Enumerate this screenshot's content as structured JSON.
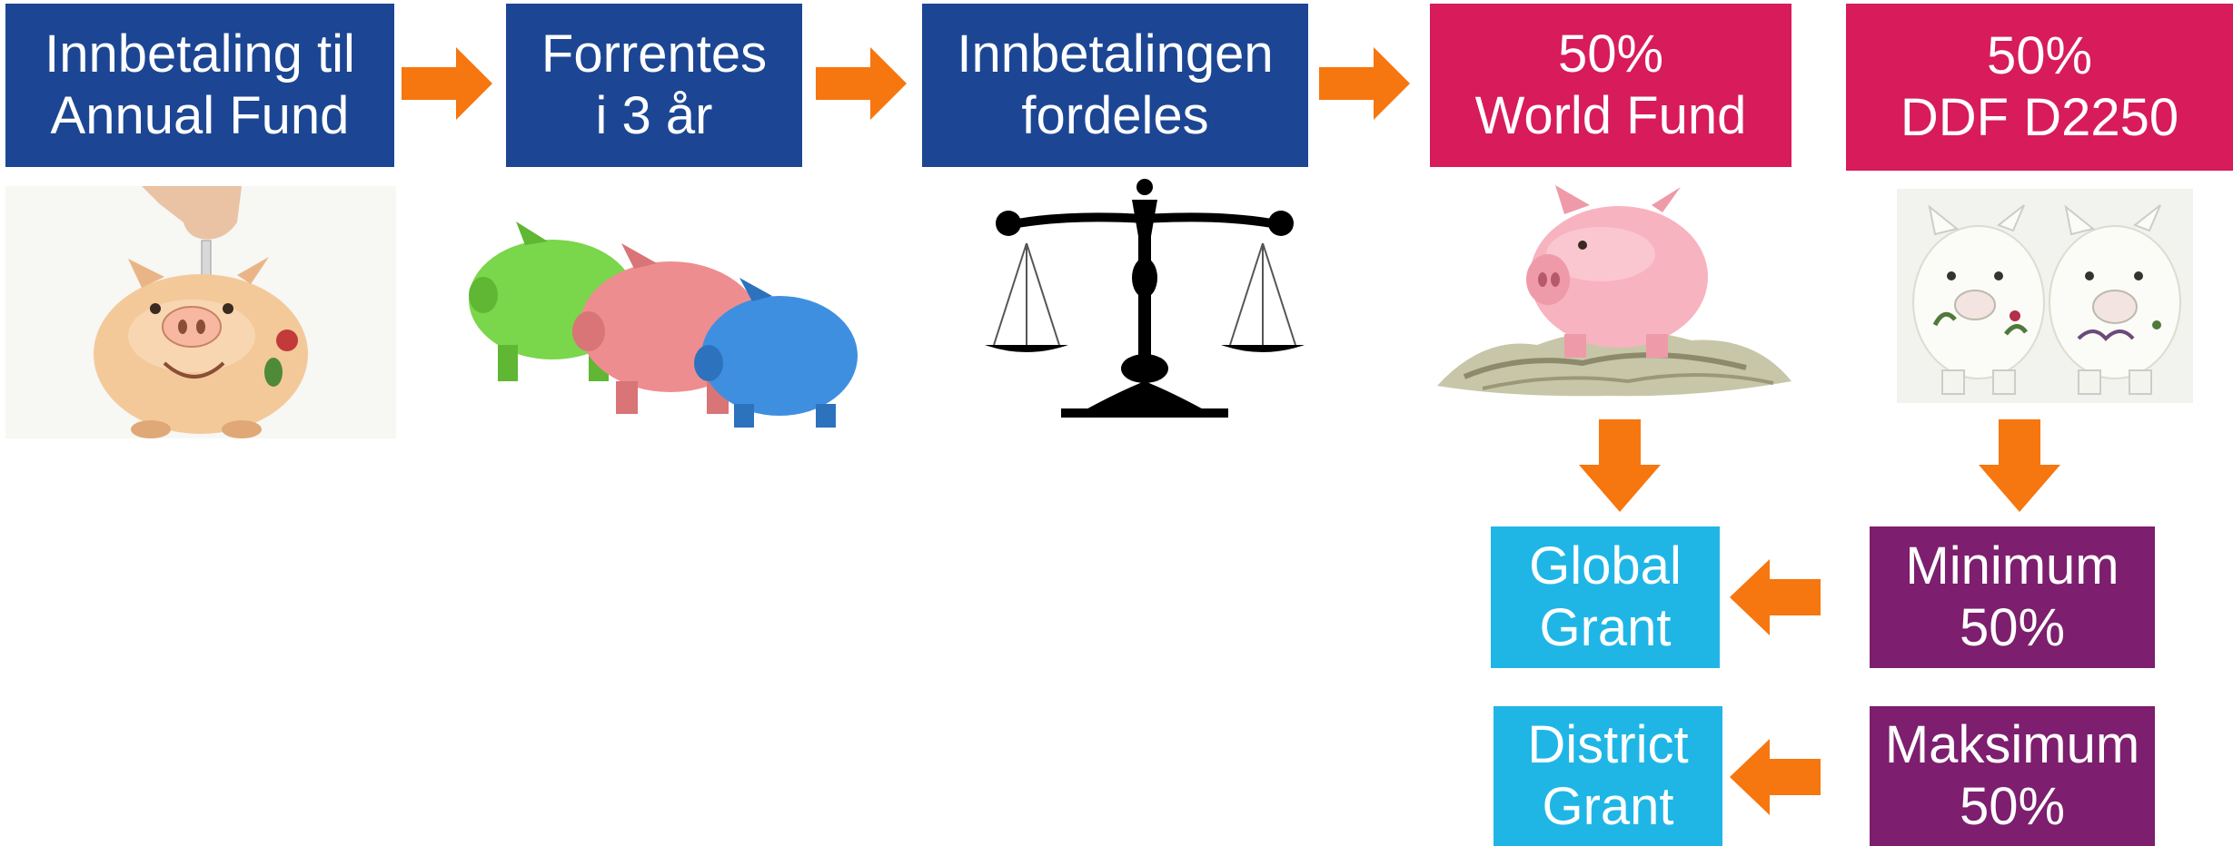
{
  "colors": {
    "navy": "#1c4693",
    "magenta": "#d81b5a",
    "cyan": "#1fb6e6",
    "purple": "#7d1e6e",
    "arrow": "#f6760f"
  },
  "boxes": {
    "annual_fund": {
      "line1": "Innbetaling til",
      "line2": "Annual Fund"
    },
    "forrentes": {
      "line1": "Forrentes",
      "line2": "i 3 år"
    },
    "fordeles": {
      "line1": "Innbetalingen",
      "line2": "fordeles"
    },
    "world_fund": {
      "line1": "50%",
      "line2": "World Fund"
    },
    "ddf": {
      "line1": "50%",
      "line2": "DDF D2250"
    },
    "global_grant": {
      "line1": "Global",
      "line2": "Grant"
    },
    "district_grant": {
      "line1": "District",
      "line2": "Grant"
    },
    "minimum": {
      "line1": "Minimum",
      "line2": "50%"
    },
    "maksimum": {
      "line1": "Maksimum",
      "line2": "50%"
    }
  },
  "images": [
    {
      "icon": "piggy-bank-coin-photo"
    },
    {
      "icon": "three-piggy-banks-photo"
    },
    {
      "icon": "balance-scale-icon"
    },
    {
      "icon": "piggy-bank-on-money-photo"
    },
    {
      "icon": "two-ceramic-piggy-banks-photo"
    }
  ]
}
